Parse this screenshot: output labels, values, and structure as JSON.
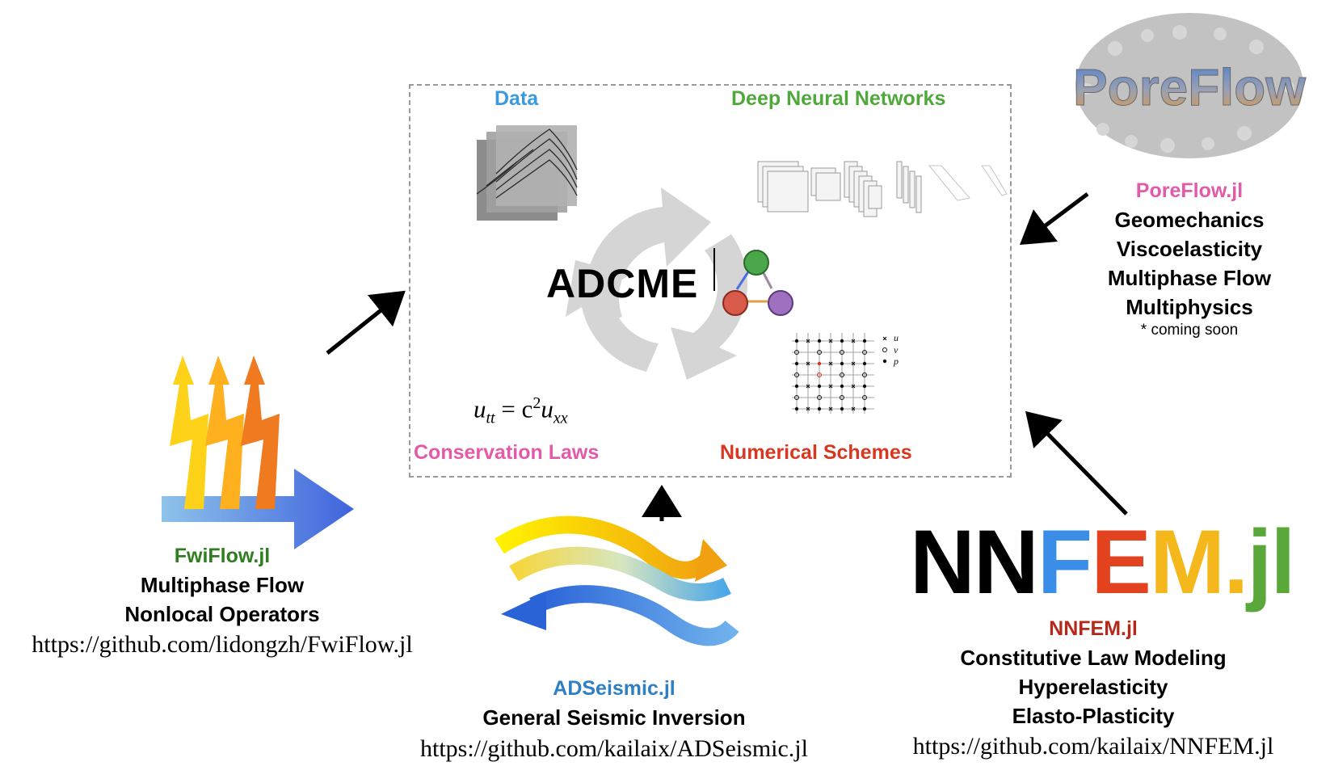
{
  "hub": {
    "logo_text": "ADCME",
    "labels": {
      "data": "Data",
      "dnn": "Deep Neural Networks",
      "conservation": "Conservation Laws",
      "numerical": "Numerical Schemes"
    },
    "equation": {
      "base": "u",
      "sub_tt": "tt",
      "eq": "= c",
      "pow": "2",
      "base2": "u",
      "sub_xx": "xx"
    },
    "grid_legend": [
      "u",
      "v",
      "p"
    ]
  },
  "fwiflow": {
    "title": "FwiFlow.jl",
    "lines": [
      "Multiphase Flow",
      "Nonlocal Operators"
    ],
    "url": "https://github.com/lidongzh/FwiFlow.jl"
  },
  "adseismic": {
    "title": "ADSeismic.jl",
    "lines": [
      "General Seismic Inversion"
    ],
    "url": "https://github.com/kailaix/ADSeismic.jl"
  },
  "nnfem": {
    "logo": {
      "nn": "NN",
      "f": "F",
      "e": "E",
      "m": "M",
      "dot": ".",
      "jl": "jl"
    },
    "title": "NNFEM.jl",
    "lines": [
      "Constitutive Law Modeling",
      "Hyperelasticity",
      "Elasto-Plasticity"
    ],
    "url": "https://github.com/kailaix/NNFEM.jl"
  },
  "poreflow": {
    "logo_text": "PoreFlow",
    "title": "PoreFlow.jl",
    "lines": [
      "Geomechanics",
      "Viscoelasticity",
      "Multiphase Flow",
      "Multiphysics"
    ],
    "note": "* coming soon"
  },
  "colors": {
    "data": "#3a9ae0",
    "dnn": "#4fa83a",
    "conservation": "#e35aa8",
    "numerical": "#d8381f",
    "fwiflow": "#2e7d1f",
    "adseismic": "#2f7fc4",
    "nnfem": "#b5281a",
    "poreflow": "#e35aa8"
  }
}
